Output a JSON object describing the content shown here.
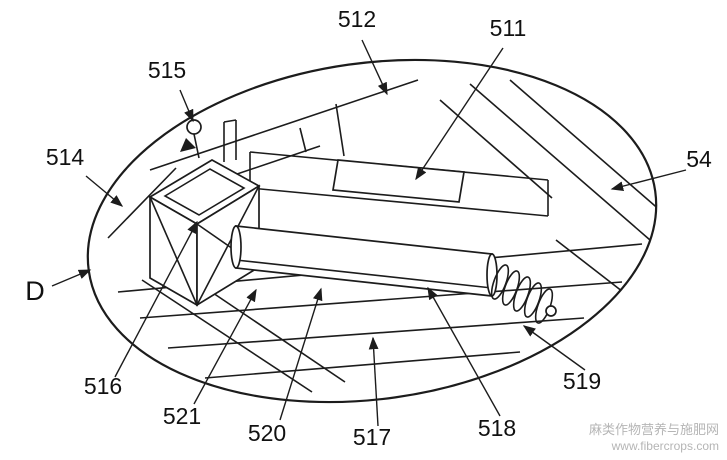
{
  "figure": {
    "detail_marker": "D",
    "labels": {
      "l54": "54",
      "l511": "511",
      "l512": "512",
      "l514": "514",
      "l515": "515",
      "l516": "516",
      "l517": "517",
      "l518": "518",
      "l519": "519",
      "l520": "520",
      "l521": "521"
    },
    "watermark": {
      "line1": "麻类作物营养与施肥网",
      "line2": "www.fibercrops.com"
    },
    "colors": {
      "line": "#1c1c1c",
      "background": "#ffffff",
      "watermark": "#b5b5b5"
    }
  }
}
